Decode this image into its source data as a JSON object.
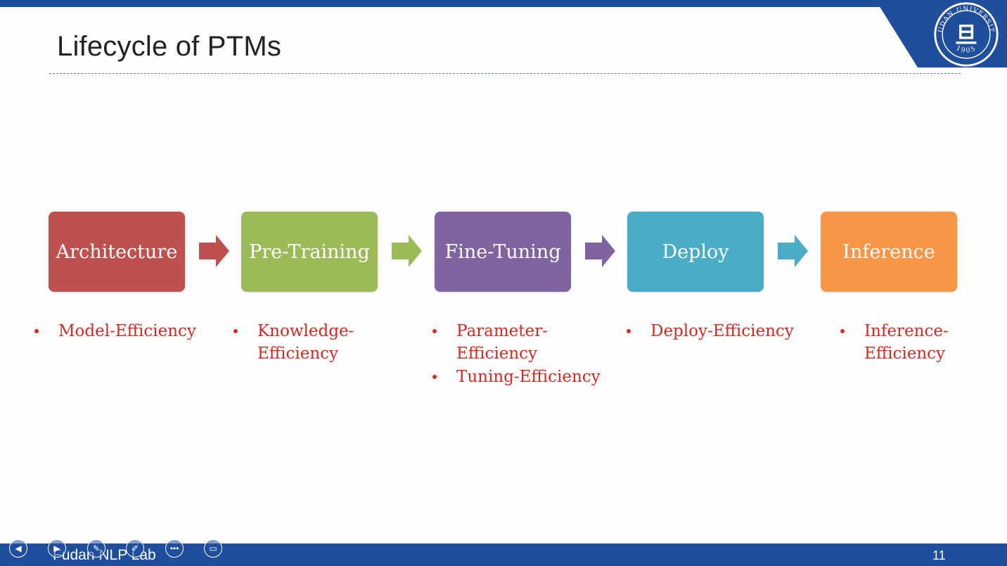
{
  "slide": {
    "title": "Lifecycle of PTMs",
    "footer": "Fudan NLP Lab",
    "page_number": "11"
  },
  "logo": {
    "text_top": "FUDAN UNIVERSITY",
    "year": "1905",
    "glyph": "旦"
  },
  "stages": [
    {
      "label": "Architecture",
      "color": "#c0504d",
      "bullets": [
        "Model-Efficiency"
      ]
    },
    {
      "label": "Pre-Training",
      "color": "#9bbb59",
      "bullets": [
        "Knowledge-\nEfficiency"
      ]
    },
    {
      "label": "Fine-Tuning",
      "color": "#8064a2",
      "bullets": [
        "Parameter-\nEfficiency",
        "Tuning-Efficiency"
      ]
    },
    {
      "label": "Deploy",
      "color": "#4bacc6",
      "bullets": [
        "Deploy-Efficiency"
      ]
    },
    {
      "label": "Inference",
      "color": "#f79646",
      "bullets": [
        "Inference-\nEfficiency"
      ]
    }
  ],
  "colors": {
    "brand_blue": "#1f4e9c",
    "bullet_red": "#d42a1f"
  },
  "toolbar_icons": [
    "previous-icon",
    "next-icon",
    "pen-icon",
    "edit-icon",
    "more-icon",
    "screen-icon"
  ]
}
